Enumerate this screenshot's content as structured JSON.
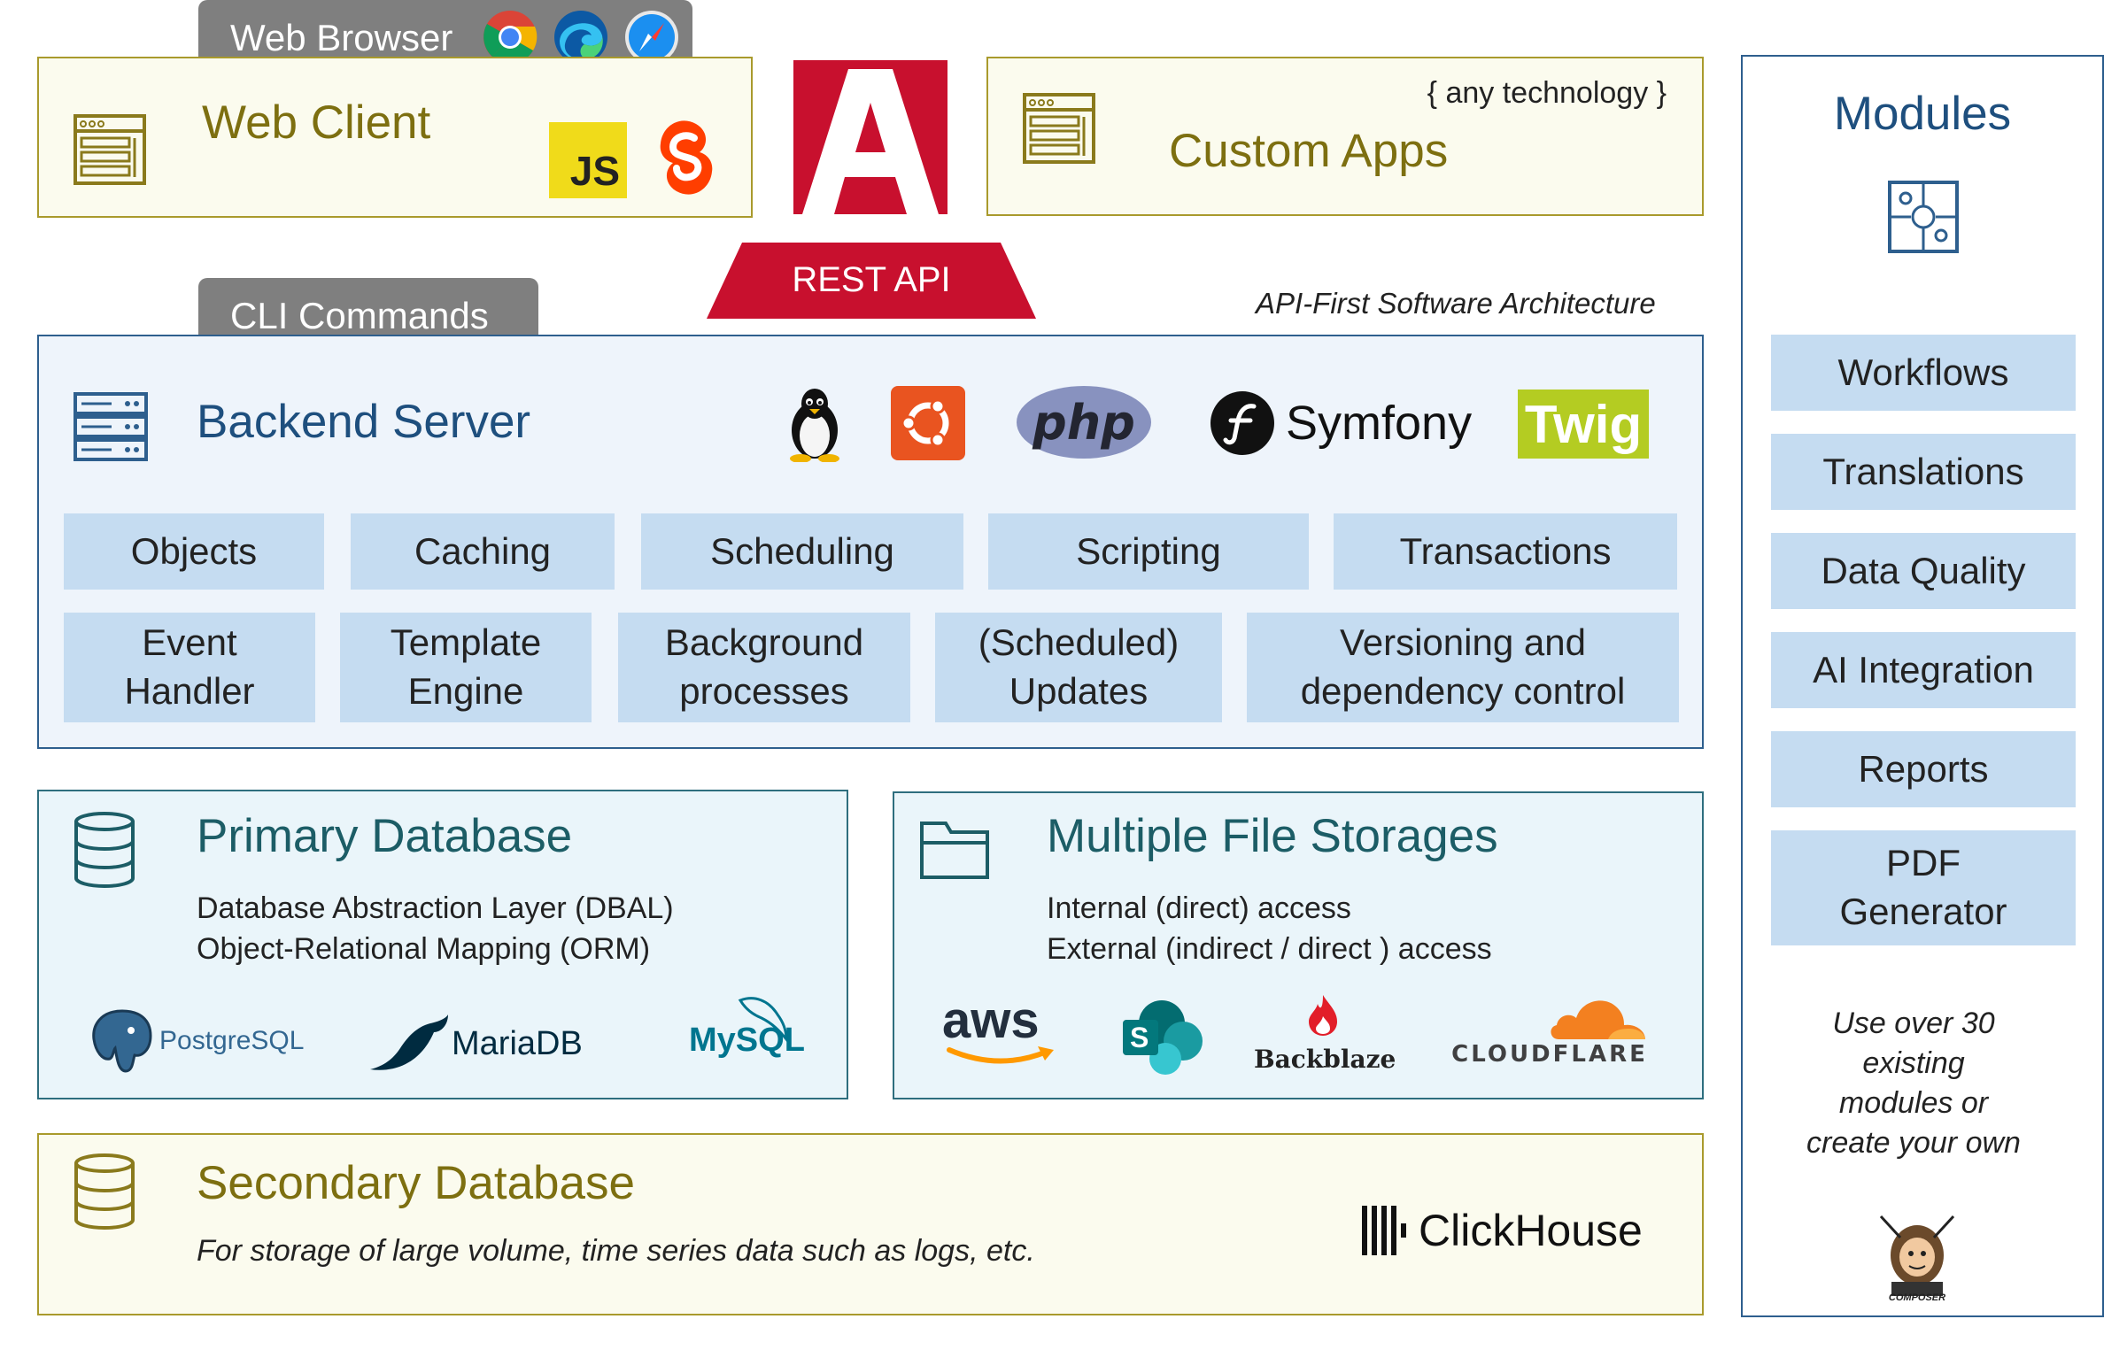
{
  "web_browser": {
    "label": "Web Browser",
    "icons": [
      "chrome-icon",
      "edge-icon",
      "safari-icon"
    ]
  },
  "web_client": {
    "title": "Web Client",
    "js_label": "JS"
  },
  "custom_apps": {
    "title": "Custom Apps",
    "note": "{ any technology }"
  },
  "rest_api": {
    "label": "REST API",
    "logo_letter": "A"
  },
  "architecture_note": "API-First Software Architecture",
  "cli": {
    "label": "CLI Commands"
  },
  "backend": {
    "title": "Backend Server",
    "logos": {
      "php": "php",
      "symfony": "Symfony",
      "twig": "Twig"
    },
    "capabilities_row1": [
      "Objects",
      "Caching",
      "Scheduling",
      "Scripting",
      "Transactions"
    ],
    "capabilities_row2": [
      "Event\nHandler",
      "Template\nEngine",
      "Background\nprocesses",
      "(Scheduled)\nUpdates",
      "Versioning and\ndependency control"
    ]
  },
  "primary_db": {
    "title": "Primary Database",
    "lines": [
      "Database Abstraction Layer (DBAL)",
      "Object-Relational Mapping (ORM)"
    ],
    "logos": {
      "postgres": "PostgreSQL",
      "mariadb": "MariaDB",
      "mysql": "MySQL"
    }
  },
  "file_storages": {
    "title": "Multiple File Storages",
    "lines": [
      "Internal (direct) access",
      "External (indirect / direct ) access"
    ],
    "logos": {
      "aws": "aws",
      "sharepoint": "S",
      "backblaze": "Backblaze",
      "cloudflare": "CLOUDFLARE"
    }
  },
  "secondary_db": {
    "title": "Secondary Database",
    "description": "For storage of large volume, time series data such as logs, etc.",
    "logo": "ClickHouse"
  },
  "modules": {
    "title": "Modules",
    "items": [
      "Workflows",
      "Translations",
      "Data Quality",
      "AI Integration",
      "Reports",
      "PDF\nGenerator"
    ],
    "note_lines": [
      "Use over 30",
      "existing",
      "modules or",
      "create your own"
    ],
    "composer_label": "COMPOSER"
  },
  "colors": {
    "olive": "#7d6f10",
    "blue": "#1e4f7e",
    "teal": "#1c5d66",
    "capability": "#c5dcf1",
    "rest_red": "#c8102e"
  }
}
